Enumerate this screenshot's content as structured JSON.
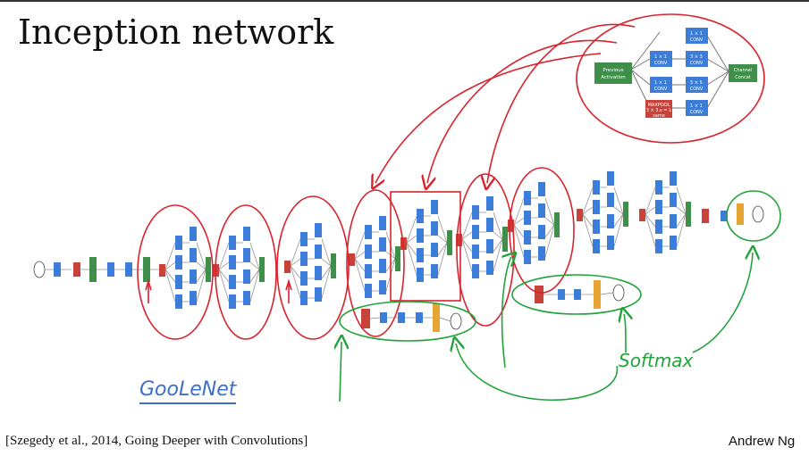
{
  "slide": {
    "title": "Inception network",
    "citation": "[Szegedy et al., 2014, Going Deeper with Convolutions]",
    "author": "Andrew Ng"
  },
  "module": {
    "previous": "Previous Activation",
    "conv1": "1 × 1 CONV",
    "conv3": "3 × 3 CONV",
    "conv5": "5 × 5 CONV",
    "maxpool": "MAXPOOL 3 × 3,s = 1 same",
    "concat": "Channel Concat"
  },
  "annotations": {
    "googlenet": "GooLeNet",
    "softmax": "Softmax"
  },
  "colors": {
    "conv": "#3b7dd8",
    "pool": "#c8423a",
    "concat": "#3f8f4a",
    "fc": "#e6a532",
    "ink_red": "#d9232d",
    "ink_green": "#22a33a",
    "ink_blue": "#3b6fc8"
  }
}
